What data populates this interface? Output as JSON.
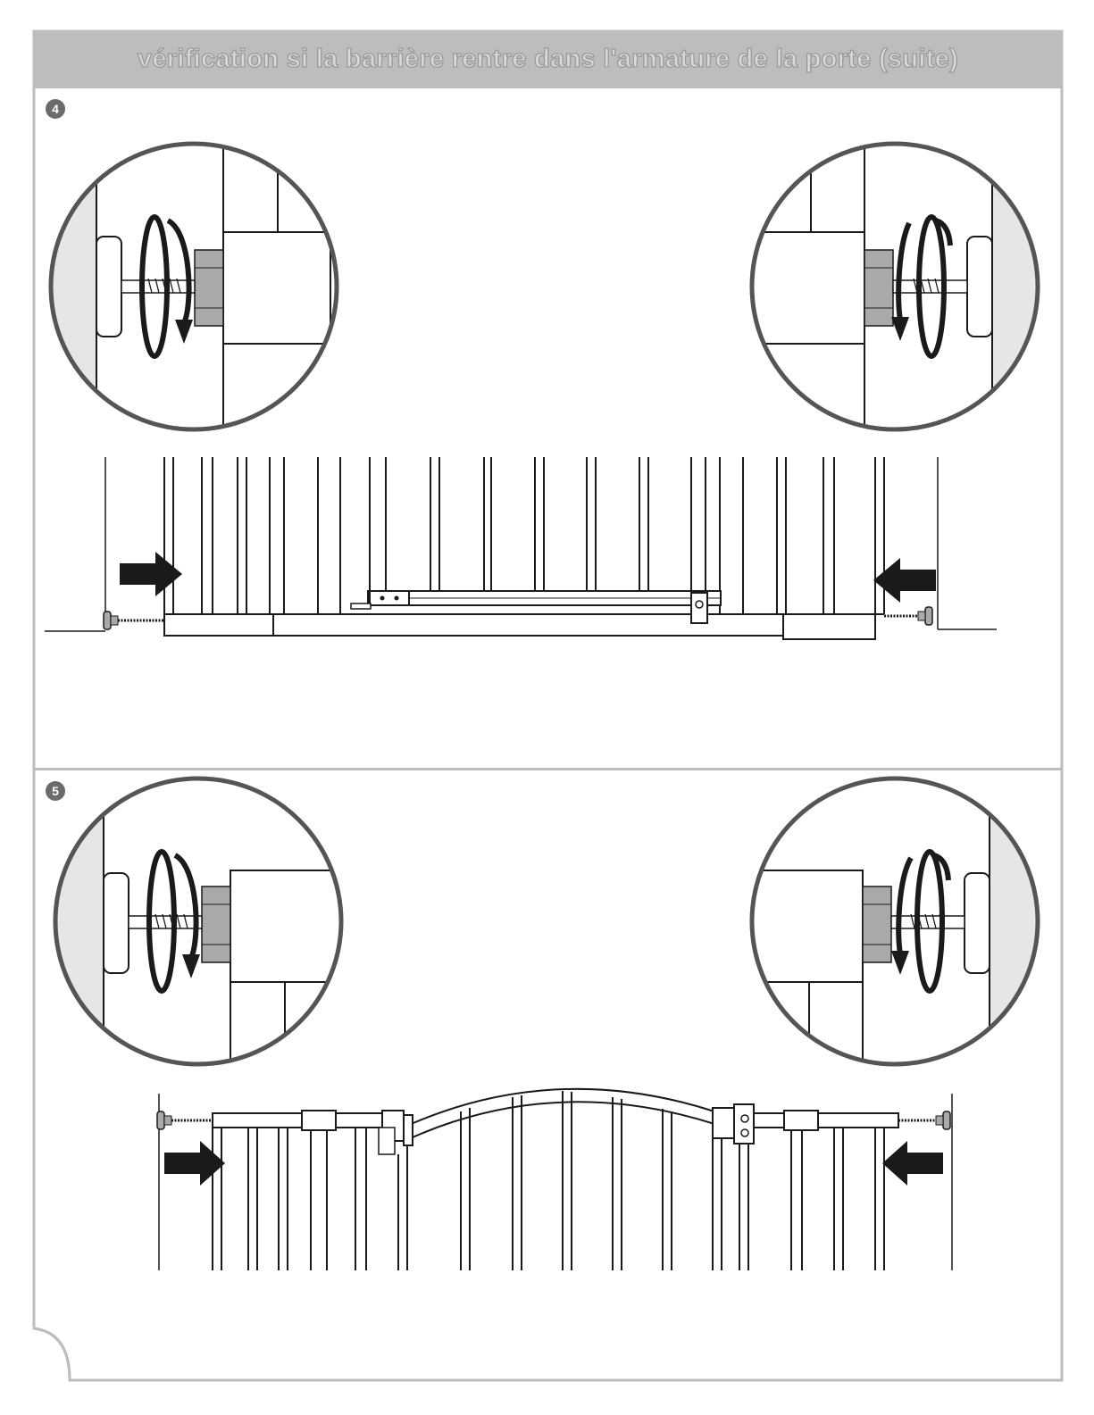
{
  "header": {
    "title": "vérification si la barrière rentre dans l'armature de la porte (suite)"
  },
  "steps": [
    {
      "number": "4"
    },
    {
      "number": "5"
    }
  ],
  "colors": {
    "header_bg": "#bdbdbd",
    "border": "#bdbdbd",
    "line": "#1a1a1a",
    "wall_shade": "#e6e6e6",
    "nut": "#a9a9a9",
    "badge": "#6b6b6b"
  },
  "icons": {
    "arrow": "push-arrow-icon",
    "rotation": "rotate-arrow-icon"
  }
}
